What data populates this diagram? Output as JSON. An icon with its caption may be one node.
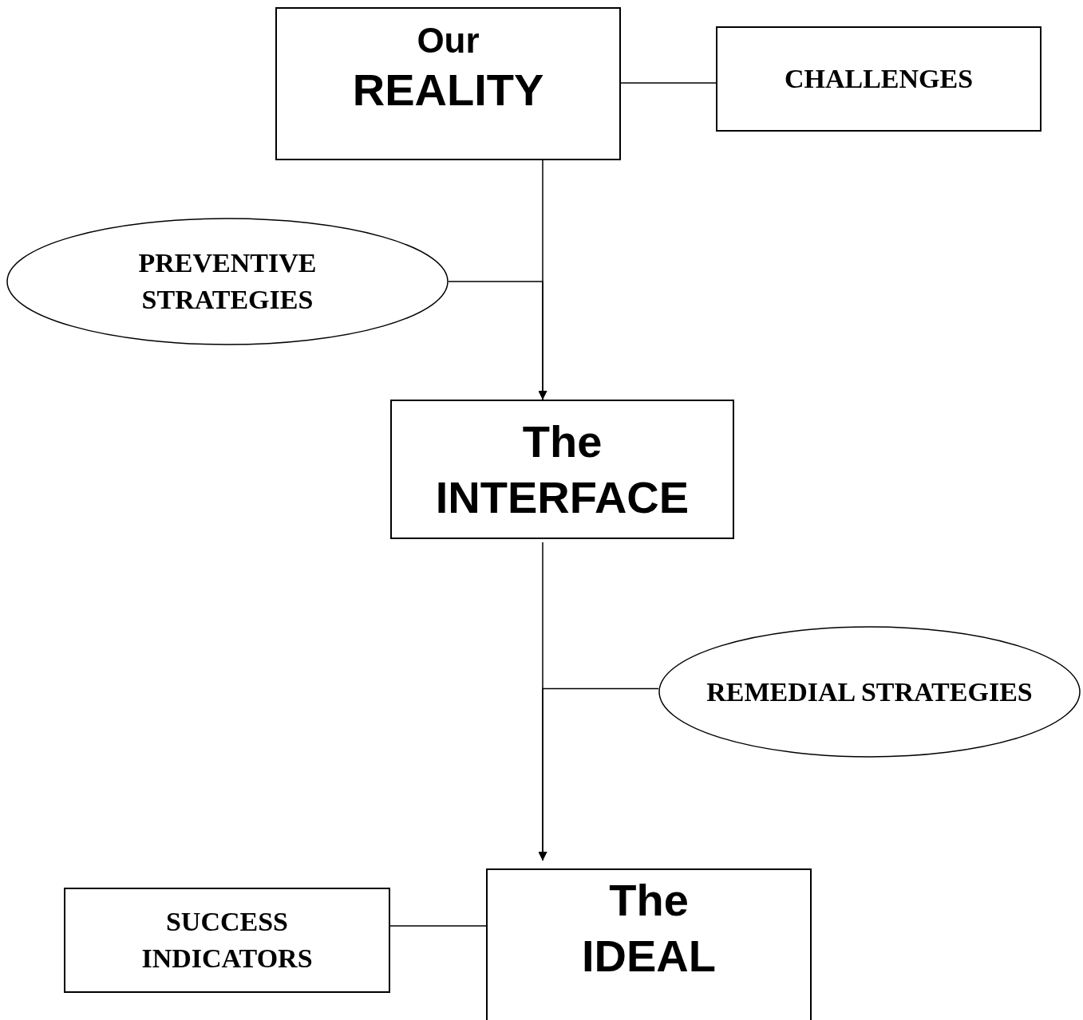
{
  "diagram": {
    "nodes": [
      {
        "text": [
          "Our",
          "REALITY"
        ]
      },
      {
        "text": [
          "CHALLENGES"
        ]
      },
      {
        "text": [
          "PREVENTIVE STRATEGIES"
        ]
      },
      {
        "text": [
          "The",
          "INTERFACE"
        ]
      },
      {
        "text": [
          "REMEDIAL STRATEGIES"
        ]
      },
      {
        "text": [
          "SUCCESS INDICATORS"
        ]
      },
      {
        "text": [
          "The",
          "IDEAL"
        ]
      }
    ],
    "edges": [
      {
        "from": 0,
        "to": 1,
        "arrow": "none"
      },
      {
        "from": 0,
        "to": 3,
        "arrow": "to"
      },
      {
        "from": 2,
        "to": 3,
        "arrow": "to"
      },
      {
        "from": 3,
        "to": 6,
        "arrow": "to"
      },
      {
        "from": 4,
        "to": 6,
        "arrow": "to"
      },
      {
        "from": 5,
        "to": 6,
        "arrow": "none"
      }
    ]
  }
}
